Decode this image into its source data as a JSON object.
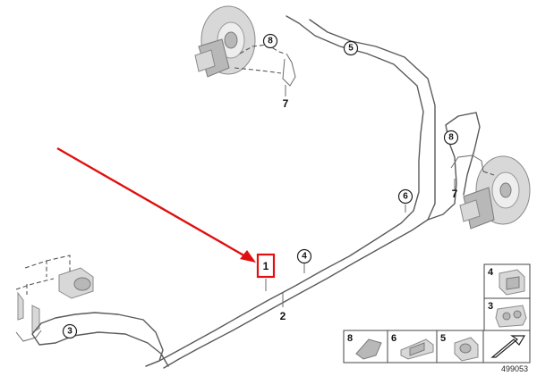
{
  "callouts": {
    "c1": "1",
    "c2": "2",
    "c3": "3",
    "c4": "4",
    "c5": "5",
    "c6": "6",
    "c7_top": "7",
    "c7_right": "7",
    "c8_top": "8",
    "c8_right": "8"
  },
  "legend": {
    "p4": "4",
    "p3": "3",
    "p8": "8",
    "p6": "6",
    "p5": "5"
  },
  "reference_code": "499053",
  "colors": {
    "highlight": "#e01010",
    "line": "#5a5a5a"
  }
}
